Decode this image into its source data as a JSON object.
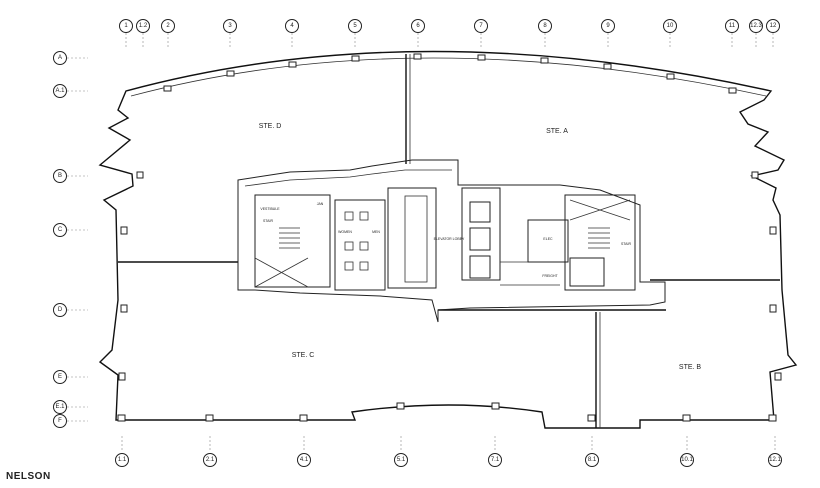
{
  "top_grid": [
    "1",
    "1.2",
    "2",
    "3",
    "4",
    "5",
    "6",
    "7",
    "8",
    "9",
    "10",
    "11",
    "12.3",
    "12"
  ],
  "bottom_grid": [
    "1.1",
    "2.1",
    "4.1",
    "5.1",
    "7.1",
    "8.1",
    "10.1",
    "12.1"
  ],
  "left_grid": [
    "A",
    "A.1",
    "B",
    "C",
    "D",
    "E",
    "E.1",
    "F"
  ],
  "suites": {
    "ste_d": "STE. D",
    "ste_a": "STE. A",
    "ste_c": "STE. C",
    "ste_b": "STE. B"
  },
  "core_labels": {
    "elevator_lobby": "ELEVATOR LOBBY",
    "freight": "FREIGHT",
    "women": "WOMEN",
    "men": "MEN",
    "elec": "ELEC",
    "stair": "STAIR",
    "vestibule": "VESTIBULE",
    "janitor": "JAN"
  },
  "logo": "NELSON"
}
